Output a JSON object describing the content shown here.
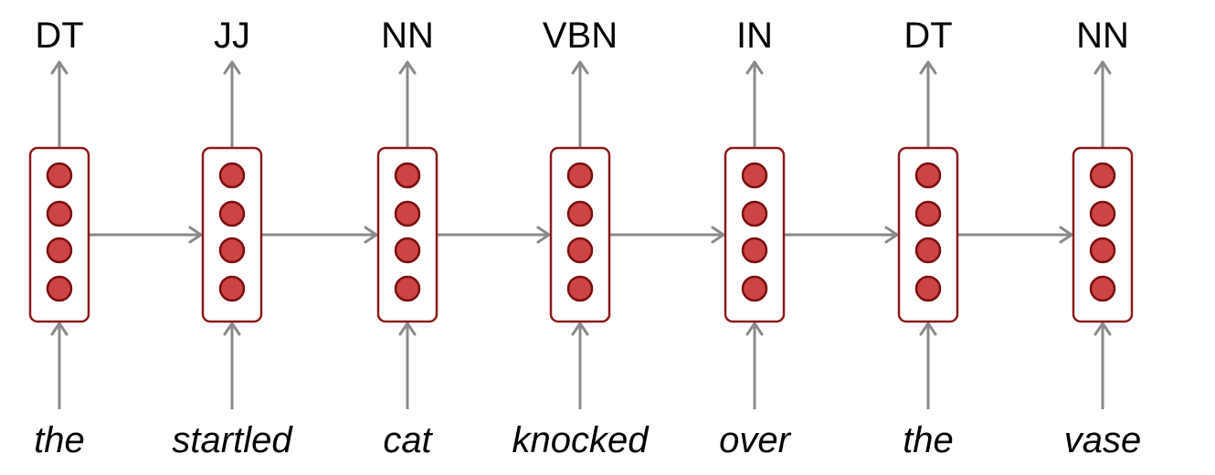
{
  "diagram": {
    "title": "",
    "columns": [
      {
        "word": "the",
        "tag": "DT"
      },
      {
        "word": "startled",
        "tag": "JJ"
      },
      {
        "word": "cat",
        "tag": "NN"
      },
      {
        "word": "knocked",
        "tag": "VBN"
      },
      {
        "word": "over",
        "tag": "IN"
      },
      {
        "word": "the",
        "tag": "DT"
      },
      {
        "word": "vase",
        "tag": "NN"
      }
    ],
    "neurons_per_cell": 4,
    "colors": {
      "cell_border": "#8b1a1a",
      "neuron_fill": "#cc4444",
      "neuron_border": "#7a1010",
      "arrow": "#8a8a8a"
    }
  }
}
